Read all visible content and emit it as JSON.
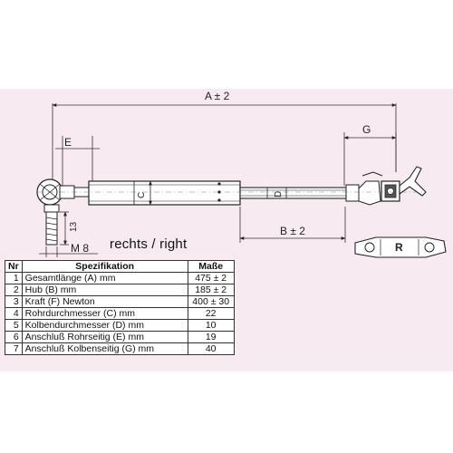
{
  "dimensions": {
    "a": "A ± 2",
    "b": "B ± 2",
    "c": "C",
    "d": "D",
    "e": "E",
    "g": "G",
    "thread": "M 8",
    "thread_len": "13",
    "fitting": "R"
  },
  "side_label": "rechts / right",
  "table": {
    "headers": [
      "Nr",
      "Spezifikation",
      "Maße"
    ],
    "rows": [
      {
        "nr": "1",
        "name": "Gesamtlänge (A) mm",
        "value": "475 ± 2"
      },
      {
        "nr": "2",
        "name": "Hub (B)  mm",
        "value": "185 ± 2"
      },
      {
        "nr": "3",
        "name": "Kraft (F) Newton",
        "value": "400 ± 30"
      },
      {
        "nr": "4",
        "name": "Rohrdurchmesser (C) mm",
        "value": "22"
      },
      {
        "nr": "5",
        "name": "Kolbendurchmesser (D) mm",
        "value": "10"
      },
      {
        "nr": "6",
        "name": "Anschluß Rohrseitig (E) mm",
        "value": "19"
      },
      {
        "nr": "7",
        "name": "Anschluß Kolbenseitig (G) mm",
        "value": "40"
      }
    ]
  }
}
